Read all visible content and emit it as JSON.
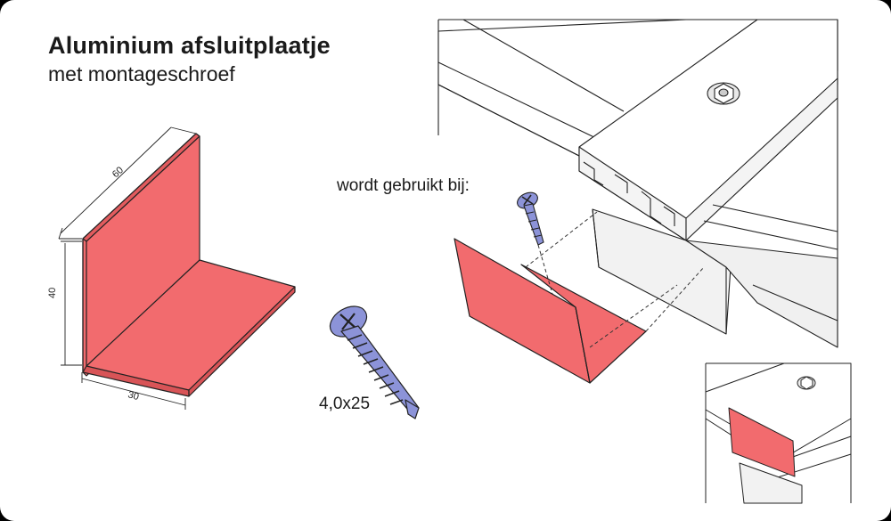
{
  "title": "Aluminium afsluitplaatje",
  "subtitle": "met montageschroef",
  "used_with_label": "wordt gebruikt bij:",
  "screw_size": "4,0x25",
  "dimensions": {
    "length": "60",
    "height": "40",
    "width": "30"
  },
  "colors": {
    "plate": "#f26b6e",
    "screw": "#8c93d8",
    "outline": "#222222"
  },
  "icons": [
    "angle-plate-icon",
    "screw-icon",
    "decking-profile-illustration",
    "detail-inset-illustration"
  ]
}
